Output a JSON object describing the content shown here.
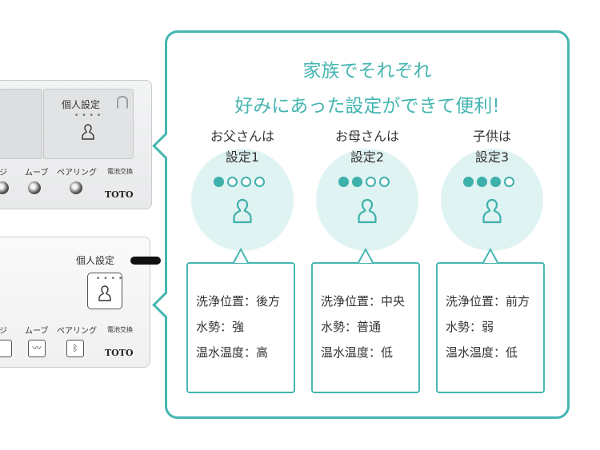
{
  "remote_top": {
    "button_label": "個人設定",
    "dots": "••••",
    "keys": [
      "ジ",
      "ムーブ",
      "ペアリング"
    ],
    "battery_label": "電池交換",
    "brand": "TOTO"
  },
  "remote_bottom": {
    "button_label": "個人設定",
    "dots": "••••",
    "keys": [
      "ジ",
      "ムーブ",
      "ペアリング"
    ],
    "battery_label": "電池交換",
    "brand": "TOTO"
  },
  "headline": {
    "line1": "家族でそれぞれ",
    "line2": "好みにあった設定ができて便利!"
  },
  "colors": {
    "accent": "#45b6b1",
    "circle": "#dff3f2"
  },
  "profiles": [
    {
      "title1": "お父さんは",
      "title2": "設定1",
      "active_dots": 1,
      "settings": [
        "洗浄位置：後方",
        "水勢：強",
        "温水温度：高"
      ]
    },
    {
      "title1": "お母さんは",
      "title2": "設定2",
      "active_dots": 2,
      "settings": [
        "洗浄位置：中央",
        "水勢：普通",
        "温水温度：低"
      ]
    },
    {
      "title1": "子供は",
      "title2": "設定3",
      "active_dots": 3,
      "settings": [
        "洗浄位置：前方",
        "水勢：弱",
        "温水温度：低"
      ]
    }
  ]
}
